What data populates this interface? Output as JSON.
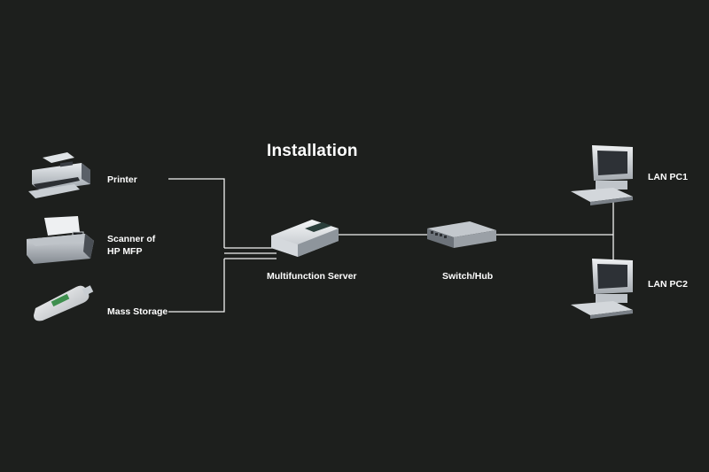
{
  "title": "Installation",
  "devices": {
    "printer": "Printer",
    "scanner_line1": "Scanner of",
    "scanner_line2": "HP MFP",
    "mass_storage": "Mass Storage",
    "multifunction_server": "Multifunction Server",
    "switch_hub": "Switch/Hub",
    "lan_pc1": "LAN PC1",
    "lan_pc2": "LAN PC2"
  },
  "colors": {
    "background": "#1d1f1d",
    "line": "#f2f2f2",
    "text": "#ffffff"
  },
  "icons": [
    "printer-icon",
    "scanner-mfp-icon",
    "usb-storage-icon",
    "multifunction-server-icon",
    "switch-hub-icon",
    "lan-pc1-icon",
    "lan-pc2-icon"
  ]
}
